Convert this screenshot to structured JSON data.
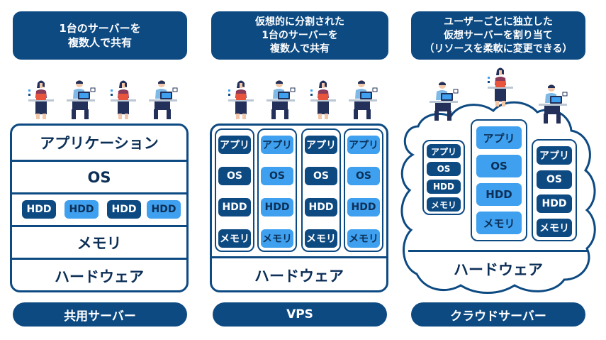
{
  "shared": {
    "bubble": "1台のサーバーを\n複数人で共有",
    "layers": {
      "app": "アプリケーション",
      "os": "OS",
      "memory": "メモリ",
      "hardware": "ハードウェア"
    },
    "hdd": [
      "HDD",
      "HDD",
      "HDD",
      "HDD"
    ],
    "label": "共用サーバー"
  },
  "vps": {
    "bubble": "仮想的に分割された\n1台のサーバーを\n複数人で共有",
    "column_items": [
      "アプリ",
      "OS",
      "HDD",
      "メモリ"
    ],
    "hardware": "ハードウェア",
    "label": "VPS"
  },
  "cloud": {
    "bubble": "ユーザーごとに独立した\n仮想サーバーを割り当て\n（リソースを柔軟に変更できる）",
    "column_items": [
      "アプリ",
      "OS",
      "HDD",
      "メモリ"
    ],
    "hardware": "ハードウェア",
    "label": "クラウドサーバー"
  },
  "colors": {
    "navy": "#0d4a82",
    "light_blue": "#3ea0ee",
    "text": "#0c2f57"
  },
  "icons": {
    "person": "person-with-laptop-icon"
  }
}
